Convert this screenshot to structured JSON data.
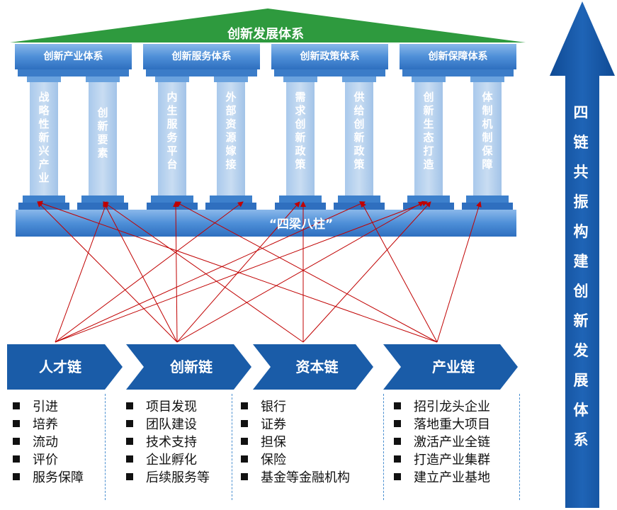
{
  "roof": {
    "title": "创新发展体系"
  },
  "systems": [
    {
      "label": "创新产业体系",
      "pillars": [
        "战略性新兴产业",
        "创新要素"
      ]
    },
    {
      "label": "创新服务体系",
      "pillars": [
        "内生服务平台",
        "外部资源嫁接"
      ]
    },
    {
      "label": "创新政策体系",
      "pillars": [
        "需求创新政策",
        "供给创新政策"
      ]
    },
    {
      "label": "创新保障体系",
      "pillars": [
        "创新生态打造",
        "体制机制保障"
      ]
    }
  ],
  "base": {
    "label": "“四梁八柱”"
  },
  "chains": [
    {
      "label": "人才链",
      "items": [
        "引进",
        "培养",
        "流动",
        "评价",
        "服务保障"
      ]
    },
    {
      "label": "创新链",
      "items": [
        "项目发现",
        "团队建设",
        "技术支持",
        "企业孵化",
        "后续服务等"
      ]
    },
    {
      "label": "资本链",
      "items": [
        "银行",
        "证券",
        "担保",
        "保险",
        "基金等金融机构"
      ]
    },
    {
      "label": "产业链",
      "items": [
        "招引龙头企业",
        "落地重大项目",
        "激活产业全链",
        "打造产业集群",
        "建立产业基地"
      ]
    }
  ],
  "side_arrow": {
    "text": "四链共振构建创新发展体系"
  },
  "colors": {
    "roof": "#2e9a3e",
    "pillar_blue": "#4f8fd6",
    "pillar_light": "#bcd6ef",
    "chain_blue": "#1a5ca8",
    "connector": "#c00000"
  }
}
